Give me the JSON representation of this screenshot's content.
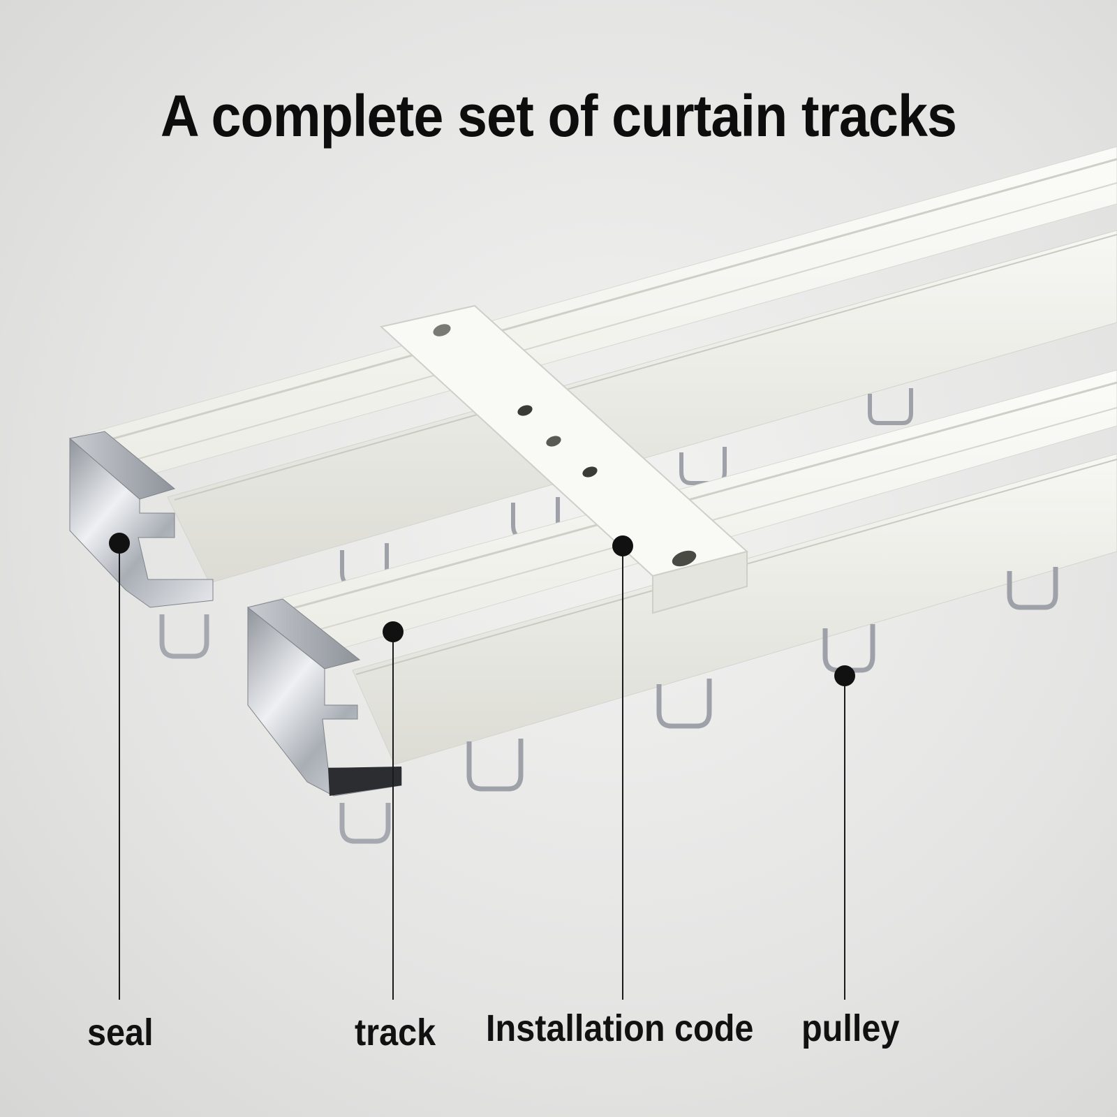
{
  "headline": "A complete set of curtain tracks",
  "callouts": {
    "seal": "seal",
    "track": "track",
    "installation_code": "Installation code",
    "pulley": "pulley"
  },
  "colors": {
    "background": "#e6e6e5",
    "track_body": "#f6f6f2",
    "chrome": "#c4c7cc",
    "callout_dot": "#111111"
  }
}
